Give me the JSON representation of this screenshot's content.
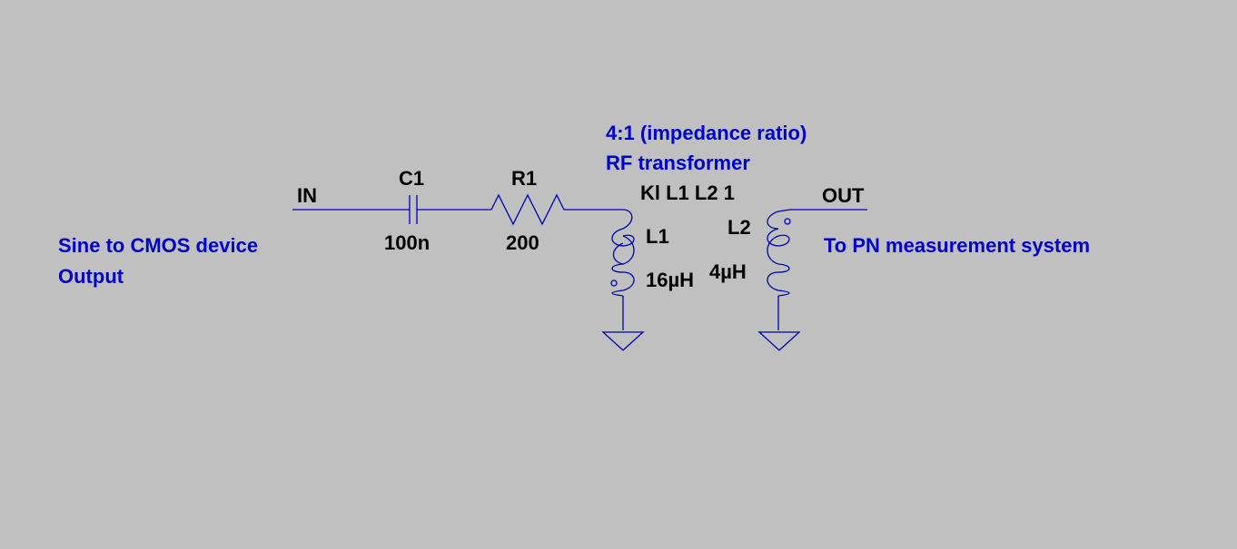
{
  "nets": {
    "in": "IN",
    "out": "OUT"
  },
  "capacitor": {
    "ref": "C1",
    "value": "100n"
  },
  "resistor": {
    "ref": "R1",
    "value": "200"
  },
  "inductor_primary": {
    "ref": "L1",
    "value": "16µH"
  },
  "inductor_secondary": {
    "ref": "L2",
    "value": "4µH"
  },
  "coupling_directive": "Kl L1 L2 1",
  "notes": {
    "transformer_line1": "4:1 (impedance ratio)",
    "transformer_line2": "RF transformer",
    "source_line1": "Sine to CMOS device",
    "source_line2": "Output",
    "load": "To  PN measurement system"
  },
  "colors": {
    "background": "#c0c0c0",
    "wire": "#0000b0",
    "label": "#000000",
    "note": "#0000cc"
  }
}
